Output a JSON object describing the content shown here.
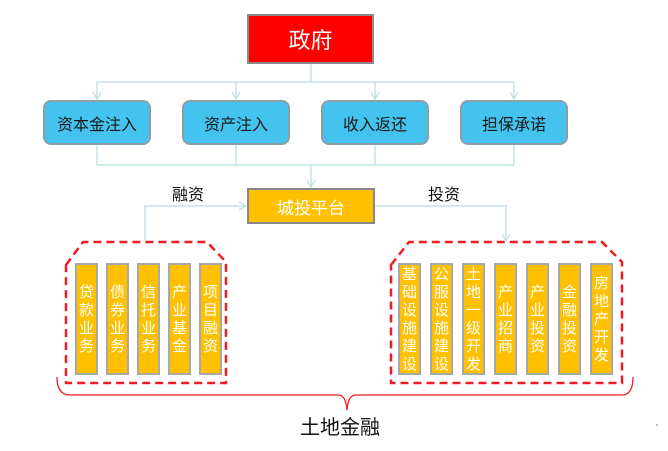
{
  "colors": {
    "government": "#ff0000",
    "mechanism": "#45c3ef",
    "platform": "#ffc000",
    "item": "#ffc000",
    "connector": "#c4e2e8",
    "dashed_group": "#ee1c24",
    "brace": "#ee1c24"
  },
  "government": {
    "label": "政府"
  },
  "mechanisms": [
    {
      "label": "资本金注入"
    },
    {
      "label": "资产注入"
    },
    {
      "label": "收入返还"
    },
    {
      "label": "担保承诺"
    }
  ],
  "platform": {
    "label": "城投平台"
  },
  "flows": {
    "financing_label": "融资",
    "investment_label": "投资"
  },
  "financing_items": [
    {
      "label": "贷款业务"
    },
    {
      "label": "债券业务"
    },
    {
      "label": "信托业务"
    },
    {
      "label": "产业基金"
    },
    {
      "label": "项目融资"
    }
  ],
  "investment_items": [
    {
      "label": "基础设施建设"
    },
    {
      "label": "公服设施建设"
    },
    {
      "label": "土地一级开发"
    },
    {
      "label": "产业招商"
    },
    {
      "label": "产业投资"
    },
    {
      "label": "金融投资"
    },
    {
      "label": "房地产开发"
    }
  ],
  "group_label": "土地金融"
}
